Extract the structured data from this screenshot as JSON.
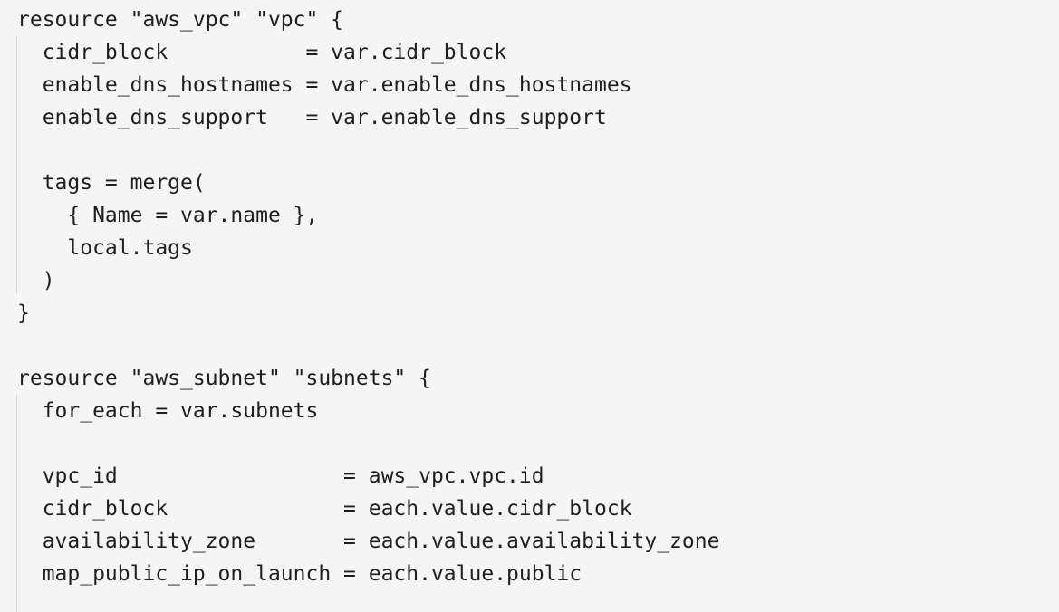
{
  "editor": {
    "lines": [
      "resource \"aws_vpc\" \"vpc\" {",
      "  cidr_block           = var.cidr_block",
      "  enable_dns_hostnames = var.enable_dns_hostnames",
      "  enable_dns_support   = var.enable_dns_support",
      "",
      "  tags = merge(",
      "    { Name = var.name },",
      "    local.tags",
      "  )",
      "}",
      "",
      "resource \"aws_subnet\" \"subnets\" {",
      "  for_each = var.subnets",
      "",
      "  vpc_id                  = aws_vpc.vpc.id",
      "  cidr_block              = each.value.cidr_block",
      "  availability_zone       = each.value.availability_zone",
      "  map_public_ip_on_launch = each.value.public"
    ]
  }
}
